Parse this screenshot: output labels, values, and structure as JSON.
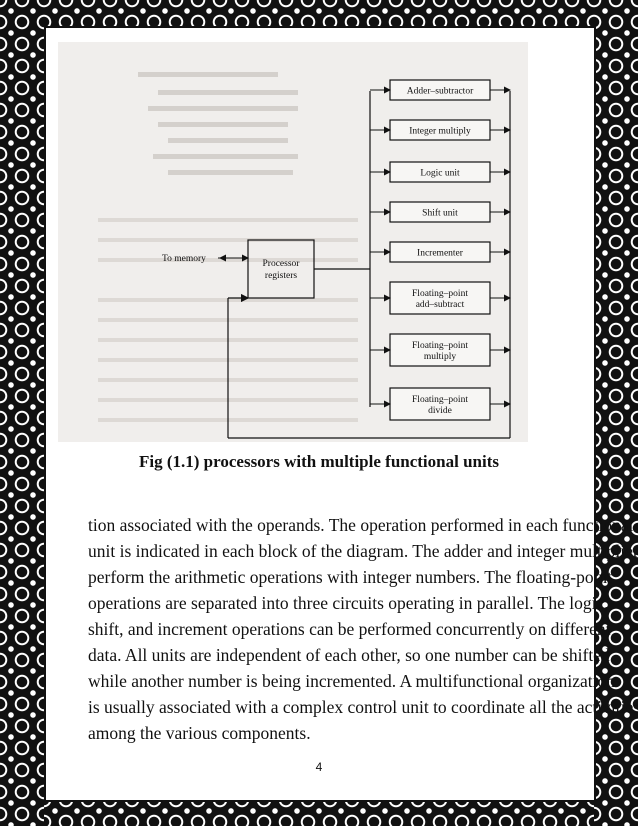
{
  "figure": {
    "left_labels": {
      "memory": "To memory",
      "registers_line1": "Processor",
      "registers_line2": "registers"
    },
    "units": [
      {
        "line1": "Adder–subtractor",
        "line2": ""
      },
      {
        "line1": "Integer multiply",
        "line2": ""
      },
      {
        "line1": "Logic unit",
        "line2": ""
      },
      {
        "line1": "Shift unit",
        "line2": ""
      },
      {
        "line1": "Incrementer",
        "line2": ""
      },
      {
        "line1": "Floating–point",
        "line2": "add–subtract"
      },
      {
        "line1": "Floating–point",
        "line2": "multiply"
      },
      {
        "line1": "Floating–point",
        "line2": "divide"
      }
    ]
  },
  "caption": "Fig (1.1) processors with multiple functional units",
  "body_lines": [
    "tion associated with the operands. The operation performed in each functional",
    "unit is indicated in each block of the diagram. The adder and integer multiplier",
    "perform the arithmetic operations with integer numbers. The floating-point",
    "operations are separated into three circuits operating in parallel. The logic,",
    "shift, and increment operations can be performed concurrently on different",
    "data. All units are independent of each other, so one number can be shifted",
    "while another number is being incremented. A multifunctional organization",
    "is usually associated with a complex control unit to coordinate all the activities",
    "among the various components."
  ],
  "page_number": "4"
}
